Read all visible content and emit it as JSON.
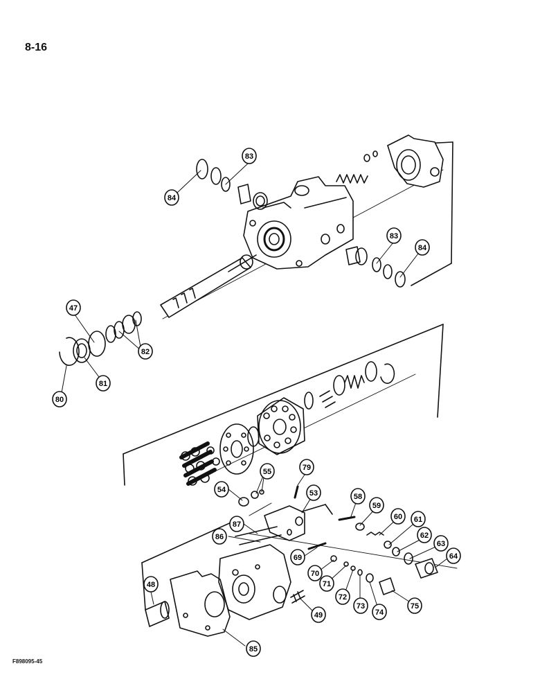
{
  "page_number": "8-16",
  "figure_code": "F898095-45",
  "callouts": [
    "83",
    "84",
    "83",
    "84",
    "47",
    "82",
    "81",
    "80",
    "79",
    "55",
    "54",
    "53",
    "58",
    "59",
    "60",
    "61",
    "62",
    "63",
    "64",
    "87",
    "86",
    "69",
    "70",
    "71",
    "72",
    "73",
    "74",
    "75",
    "48",
    "49",
    "85"
  ]
}
